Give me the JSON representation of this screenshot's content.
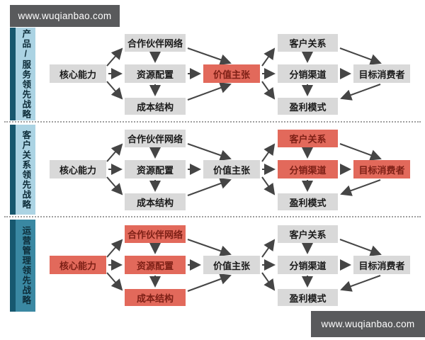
{
  "watermarks": {
    "top": "www.wuqianbao.com",
    "bottom": "www.wuqianbao.com"
  },
  "colors": {
    "node_default_bg": "#d9d9d9",
    "node_default_text": "#1a1a1a",
    "node_highlight_bg": "#e2695b",
    "node_highlight_text": "#7e2016",
    "strip_edge_bar": "#17586f",
    "strip_light_bg": "#abd3e3",
    "strip_dark_bg": "#3a88a2",
    "strip_text": "#0d2c38",
    "watermark_bg": "#595a5c",
    "watermark_text": "#ffffff",
    "arrow": "#454545",
    "separator_dots": "#9f9f9f"
  },
  "rows": [
    {
      "label": "产品/服务领先战略",
      "strip_variant": "light",
      "nodes": {
        "core": {
          "label": "核心能力",
          "variant": "gray"
        },
        "partner": {
          "label": "合作伙伴网络",
          "variant": "gray"
        },
        "resource": {
          "label": "资源配置",
          "variant": "gray"
        },
        "cost": {
          "label": "成本结构",
          "variant": "gray"
        },
        "value": {
          "label": "价值主张",
          "variant": "red"
        },
        "customer": {
          "label": "客户关系",
          "variant": "gray"
        },
        "channel": {
          "label": "分销渠道",
          "variant": "gray"
        },
        "profit": {
          "label": "盈利模式",
          "variant": "gray"
        },
        "target": {
          "label": "目标消费者",
          "variant": "gray"
        }
      }
    },
    {
      "label": "客户关系领先战略",
      "strip_variant": "light",
      "nodes": {
        "core": {
          "label": "核心能力",
          "variant": "gray"
        },
        "partner": {
          "label": "合作伙伴网络",
          "variant": "gray"
        },
        "resource": {
          "label": "资源配置",
          "variant": "gray"
        },
        "cost": {
          "label": "成本结构",
          "variant": "gray"
        },
        "value": {
          "label": "价值主张",
          "variant": "gray"
        },
        "customer": {
          "label": "客户关系",
          "variant": "red"
        },
        "channel": {
          "label": "分销渠道",
          "variant": "red"
        },
        "profit": {
          "label": "盈利模式",
          "variant": "gray"
        },
        "target": {
          "label": "目标消费者",
          "variant": "red"
        }
      }
    },
    {
      "label": "运营管理领先战略",
      "strip_variant": "dark",
      "nodes": {
        "core": {
          "label": "核心能力",
          "variant": "red"
        },
        "partner": {
          "label": "合作伙伴网络",
          "variant": "red"
        },
        "resource": {
          "label": "资源配置",
          "variant": "red"
        },
        "cost": {
          "label": "成本结构",
          "variant": "red"
        },
        "value": {
          "label": "价值主张",
          "variant": "gray"
        },
        "customer": {
          "label": "客户关系",
          "variant": "gray"
        },
        "channel": {
          "label": "分销渠道",
          "variant": "gray"
        },
        "profit": {
          "label": "盈利模式",
          "variant": "gray"
        },
        "target": {
          "label": "目标消费者",
          "variant": "gray"
        }
      }
    }
  ]
}
